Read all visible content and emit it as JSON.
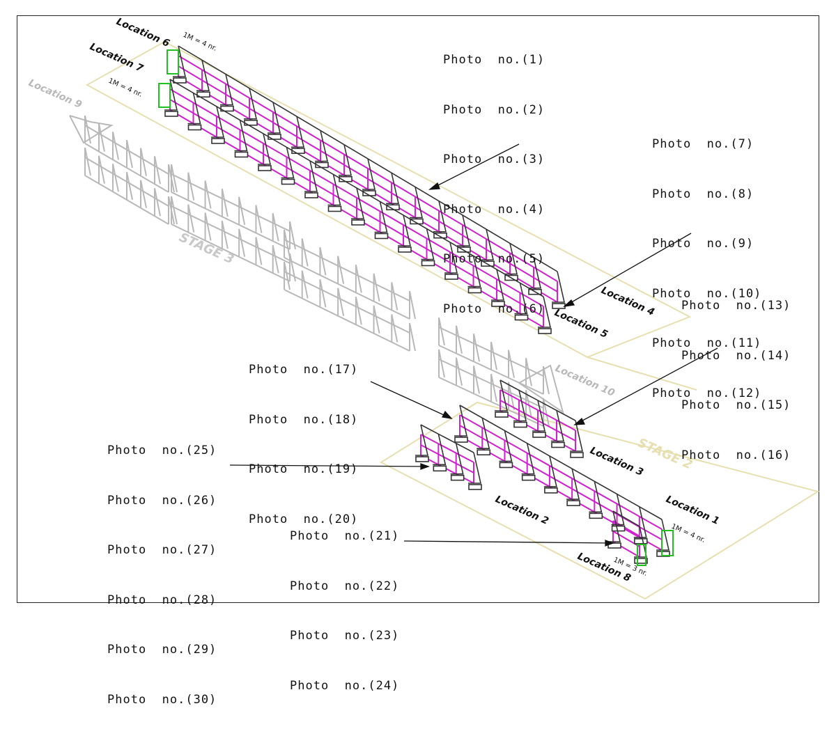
{
  "diagram": {
    "photo_groups": [
      {
        "id": "g1",
        "items": [
          "Photo  no.(1)",
          "Photo  no.(2)",
          "Photo  no.(3)",
          "Photo  no.(4)",
          "Photo  no.(5)",
          "Photo  no.(6)"
        ]
      },
      {
        "id": "g2",
        "items": [
          "Photo  no.(7)",
          "Photo  no.(8)",
          "Photo  no.(9)",
          "Photo  no.(10)",
          "Photo  no.(11)",
          "Photo  no.(12)"
        ]
      },
      {
        "id": "g3",
        "items": [
          "Photo  no.(13)",
          "Photo  no.(14)",
          "Photo  no.(15)",
          "Photo  no.(16)"
        ]
      },
      {
        "id": "g4",
        "items": [
          "Photo  no.(17)",
          "Photo  no.(18)",
          "Photo  no.(19)",
          "Photo  no.(20)"
        ]
      },
      {
        "id": "g5",
        "items": [
          "Photo  no.(25)",
          "Photo  no.(26)",
          "Photo  no.(27)",
          "Photo  no.(28)",
          "Photo  no.(29)",
          "Photo  no.(30)"
        ]
      },
      {
        "id": "g6",
        "items": [
          "Photo  no.(21)",
          "Photo  no.(22)",
          "Photo  no.(23)",
          "Photo  no.(24)"
        ]
      }
    ],
    "locations": {
      "loc1": "Location  1",
      "loc2": "Location  2",
      "loc3": "Location  3",
      "loc4": "Location  4",
      "loc5": "Location  5",
      "loc6": "Location  6",
      "loc7": "Location  7",
      "loc8": "Location  8",
      "loc9": "Location  9",
      "loc10": "Location  10"
    },
    "stages": {
      "stage2": "STAGE 2",
      "stage3": "STAGE 3"
    },
    "notes": {
      "n1": "1M = 4 nr.",
      "n2": "1M = 4 nr.",
      "n3": "1M = 4 nr.",
      "n4": "1M = 3 nr."
    },
    "colors": {
      "frame": "#e6e0b0",
      "structure": "#d020d0",
      "grey": "#b8b8b8",
      "green": "#20c020",
      "dark": "#222222"
    }
  }
}
